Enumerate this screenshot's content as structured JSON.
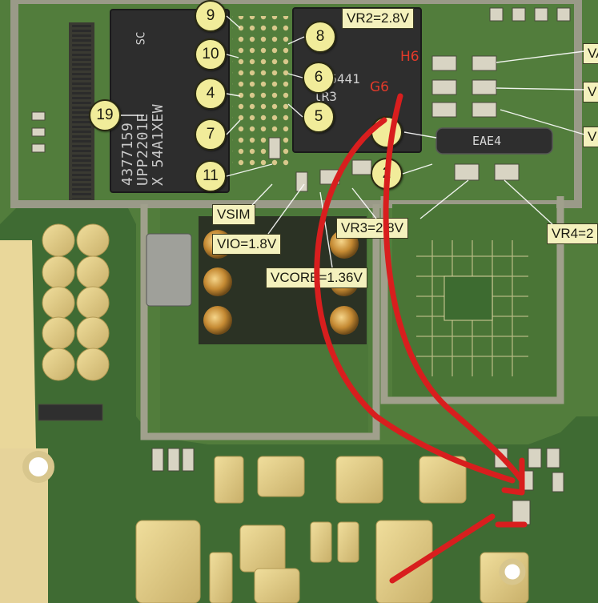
{
  "circle_labels": [
    "9",
    "10",
    "4",
    "7",
    "11",
    "19",
    "8",
    "6",
    "5",
    "2"
  ],
  "rail_labels": [
    "VR2=2.8V",
    "VSIM",
    "VIO=1.8V",
    "VCORE=1.36V",
    "VR3=2.8V",
    "VR4=2",
    "VA",
    "V",
    "V"
  ],
  "pin_labels": [
    "H6",
    "G6"
  ],
  "chip_markings": {
    "main_ic": "4377159\nUPP2201E\nX 54A1XEW",
    "main_ic_side": "SC",
    "second_ic": "376441\nlR3\nYS",
    "crystal": "EAE4"
  },
  "colors": {
    "pcb": "#4f7a3a",
    "shield": "#8c8c7a",
    "pad_gold": "#e8d58e",
    "trace_overlay": "#d81e1e",
    "label_fill": "#f1ec9a"
  }
}
